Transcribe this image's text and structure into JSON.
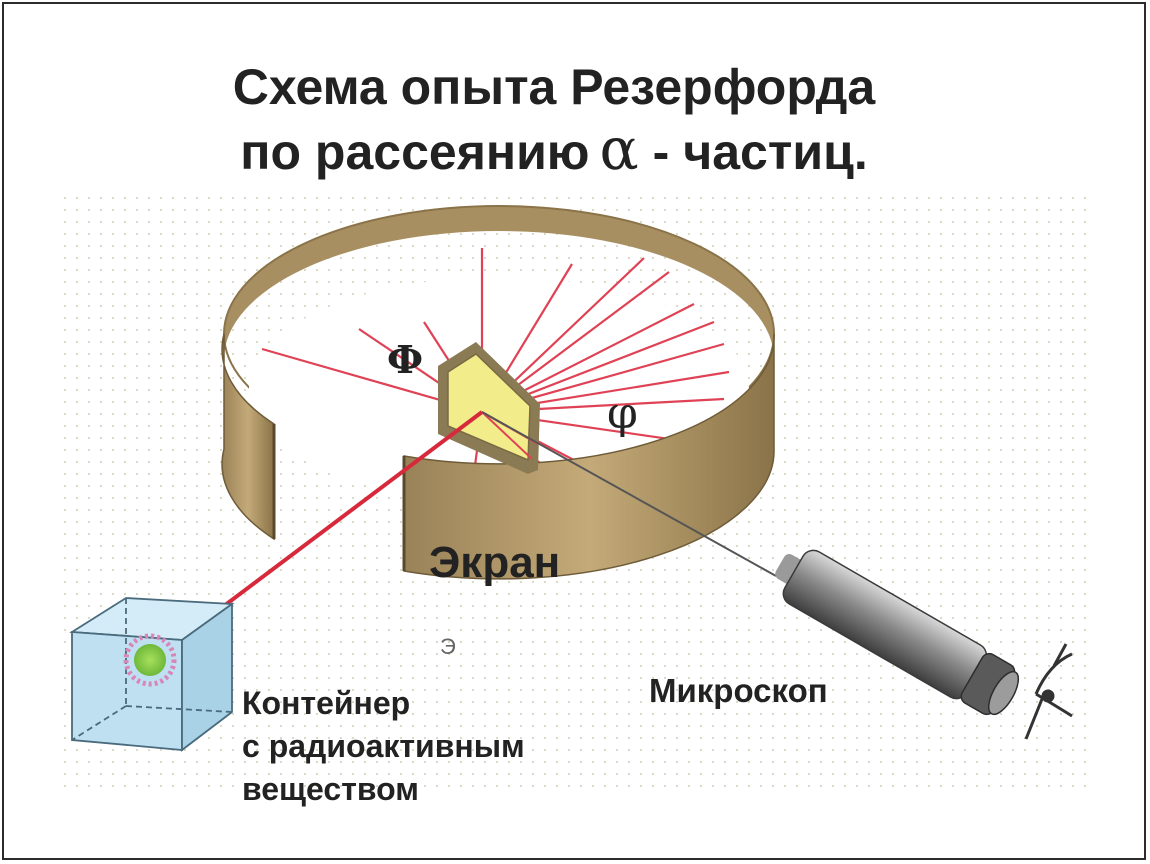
{
  "title": {
    "line1": "Схема опыта Резерфорда",
    "line2_prefix": "по рассеянию",
    "alpha_symbol": "α",
    "line2_suffix": "- частиц."
  },
  "labels": {
    "foil": "Ф",
    "angle": "φ",
    "screen": "Экран",
    "screen_small": "Э",
    "microscope": "Микроскоп",
    "container_lines": [
      "Контейнер",
      "с радиоактивным",
      "веществом"
    ]
  },
  "colors": {
    "ring": "#b49a6c",
    "ring_shadow": "#7d6a45",
    "foil": "#f2ec8a",
    "foil_frame": "#8b7b55",
    "rays": "#e04255",
    "beam": "#d62a3c",
    "container": "#bfe0f0",
    "source": "#8fd34a"
  },
  "icons": {
    "eye": "eye-icon"
  }
}
